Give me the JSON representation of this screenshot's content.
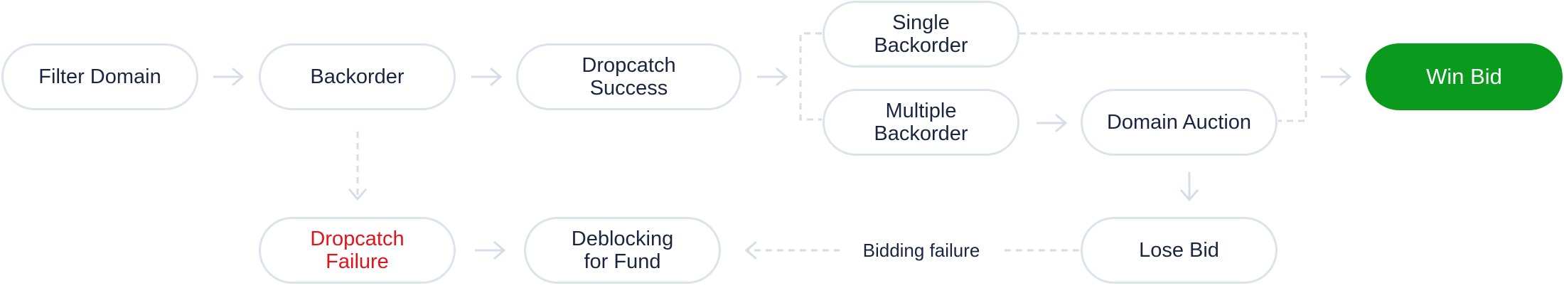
{
  "diagram": {
    "nodes": {
      "filter_domain": "Filter Domain",
      "backorder": "Backorder",
      "dropcatch_success": "Dropcatch\nSuccess",
      "single_backorder": "Single\nBackorder",
      "multiple_backorder": "Multiple\nBackorder",
      "domain_auction": "Domain Auction",
      "win_bid": "Win Bid",
      "dropcatch_failure": "Dropcatch\nFailure",
      "deblocking_for_fund": "Deblocking\nfor Fund",
      "lose_bid": "Lose Bid"
    },
    "edge_labels": {
      "bidding_failure": "Bidding failure"
    },
    "colors": {
      "node_border": "#dde3ec",
      "node_text": "#1b2440",
      "connector": "#d7dde8",
      "win_fill": "#0a9a1e",
      "failure_text": "#e3131c"
    }
  }
}
